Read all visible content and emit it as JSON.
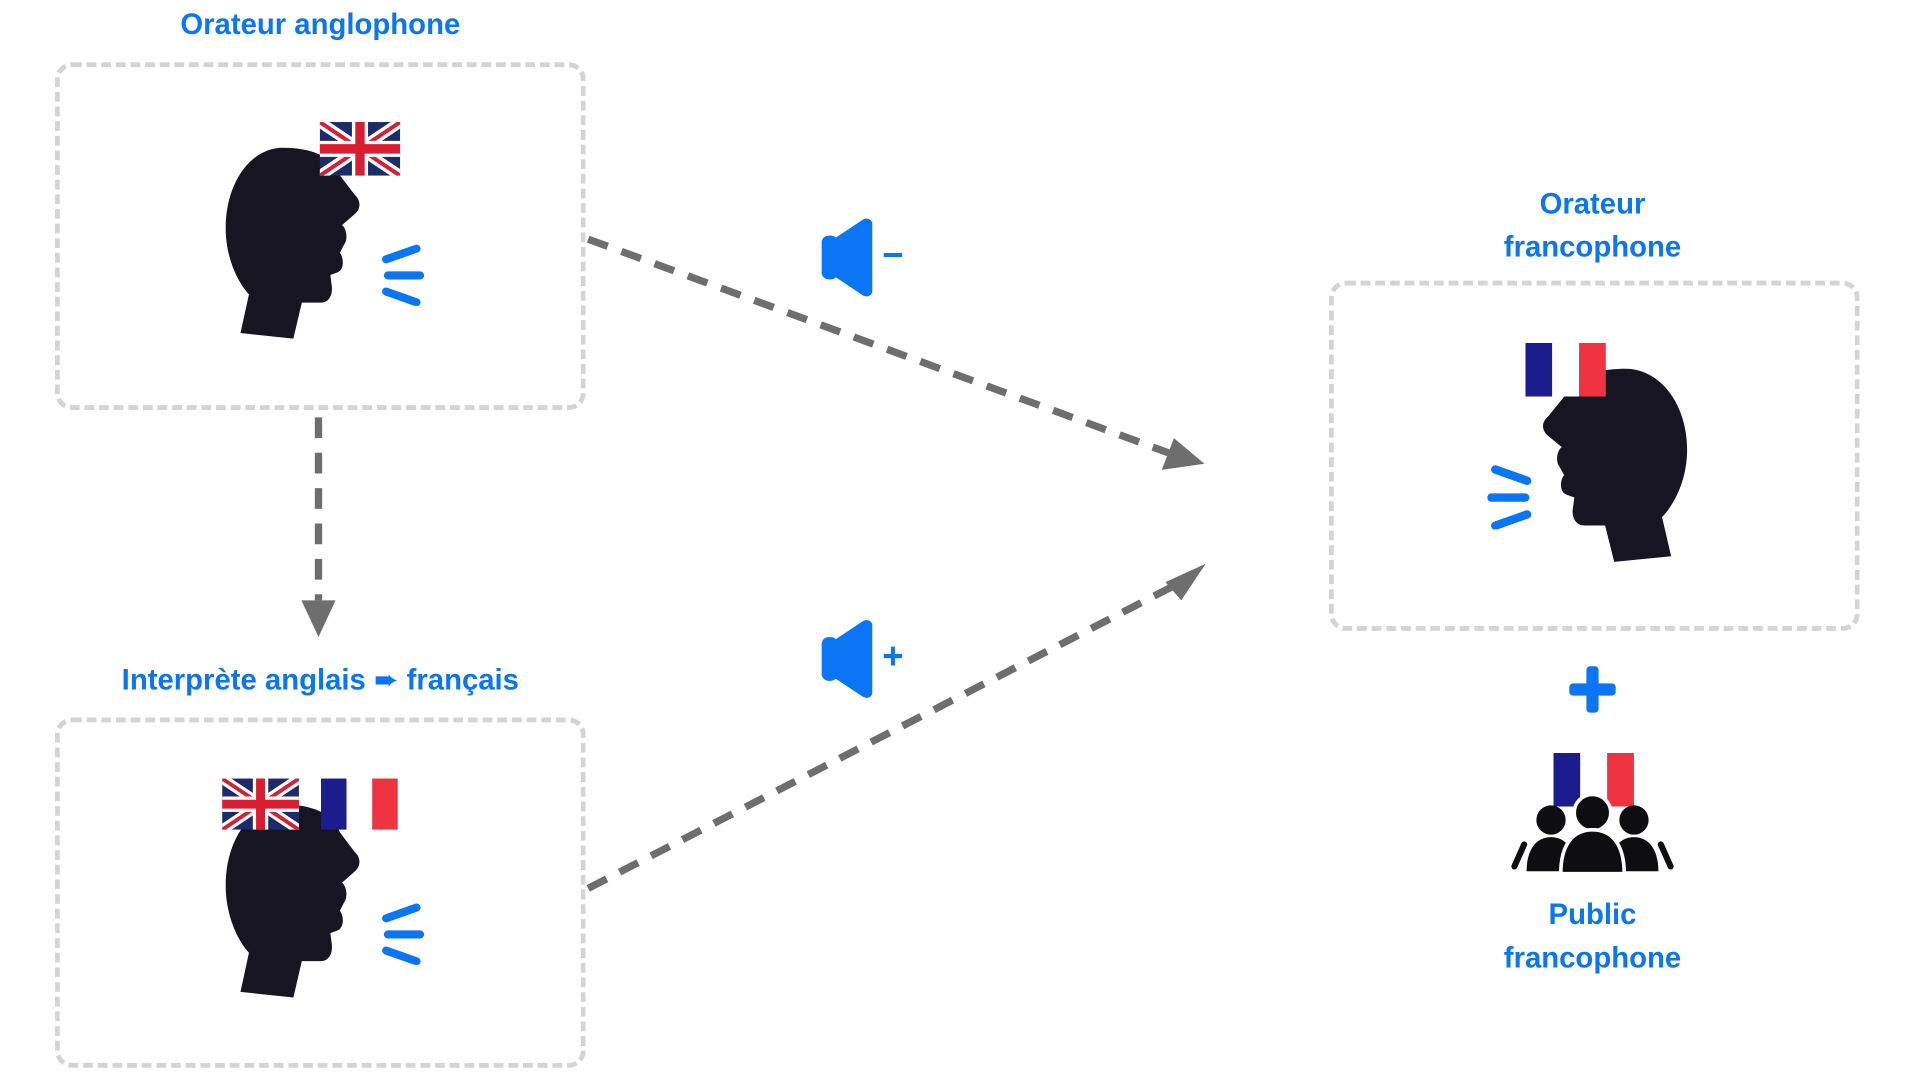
{
  "labels": {
    "english_speaker": "Orateur anglophone",
    "interpreter": "Interprète anglais ➨ français",
    "french_speaker_line1": "Orateur",
    "french_speaker_line2": "francophone",
    "audience_line1": "Public",
    "audience_line2": "francophone"
  },
  "volume_signs": {
    "lower": "−",
    "higher": "+"
  },
  "colors": {
    "accent": "#0a76f6",
    "arrow": "#6e6e6e",
    "box_border": "#d4d4d4",
    "head": "#171521",
    "fr_blue": "#1b1d8f",
    "fr_red": "#ef3340",
    "uk_blue": "#1c2c6b",
    "uk_red": "#d71f31"
  },
  "icons": {
    "speaker_en": "speaking-head-icon",
    "speaker_interpreter": "speaking-head-icon",
    "speaker_fr": "speaking-head-icon",
    "audience": "group-icon",
    "flag_uk": "uk-flag-icon",
    "flag_fr": "france-flag-icon",
    "volume_down": "volume-down-icon",
    "volume_up": "volume-up-icon",
    "plus": "plus-icon"
  }
}
